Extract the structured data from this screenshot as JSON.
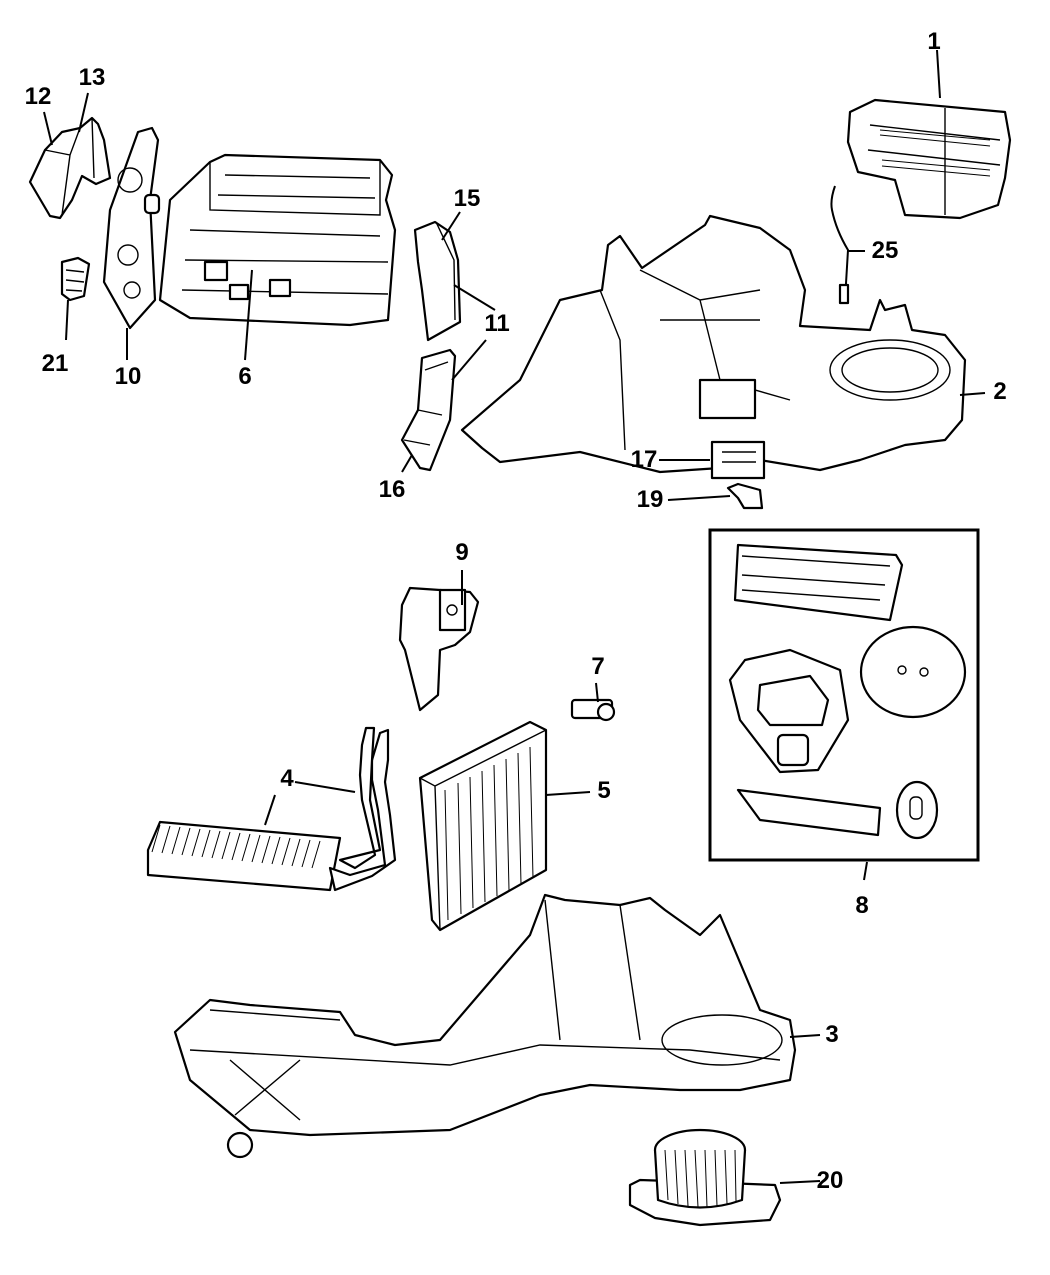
{
  "diagram": {
    "type": "exploded-parts-diagram",
    "subject": "HVAC heater / A-C unit housing assembly",
    "callouts": [
      {
        "id": "c1",
        "label": "1",
        "part": "air-inlet-housing"
      },
      {
        "id": "c2",
        "label": "2",
        "part": "blower-housing-upper"
      },
      {
        "id": "c3",
        "label": "3",
        "part": "lower-housing-case"
      },
      {
        "id": "c4",
        "label": "4",
        "part": "heater-core"
      },
      {
        "id": "c5",
        "label": "5",
        "part": "evaporator-core"
      },
      {
        "id": "c6",
        "label": "6",
        "part": "distribution-housing"
      },
      {
        "id": "c7",
        "label": "7",
        "part": "sensor"
      },
      {
        "id": "c8",
        "label": "8",
        "part": "seal-kit"
      },
      {
        "id": "c9",
        "label": "9",
        "part": "blower-motor"
      },
      {
        "id": "c10",
        "label": "10",
        "part": "actuator-plate"
      },
      {
        "id": "c11",
        "label": "11",
        "part": "bracket"
      },
      {
        "id": "c12",
        "label": "12",
        "part": "duct-pair"
      },
      {
        "id": "c13",
        "label": "13",
        "part": "duct-elbow"
      },
      {
        "id": "c15",
        "label": "15",
        "part": "duct-seal"
      },
      {
        "id": "c16",
        "label": "16",
        "part": "upper-duct"
      },
      {
        "id": "c17",
        "label": "17",
        "part": "lower-duct"
      },
      {
        "id": "c19",
        "label": "19",
        "part": "blower-resistor"
      },
      {
        "id": "c20",
        "label": "20",
        "part": "connector-clip"
      },
      {
        "id": "c21",
        "label": "21",
        "part": "actuator"
      },
      {
        "id": "c25",
        "label": "25",
        "part": "wire-harness"
      }
    ]
  }
}
